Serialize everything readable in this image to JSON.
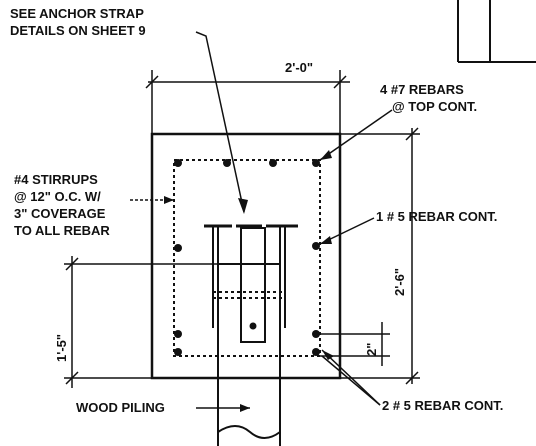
{
  "callouts": {
    "anchor_strap_line1": "SEE ANCHOR STRAP",
    "anchor_strap_line2": "DETAILS ON SHEET 9",
    "top_rebars_line1": "4 #7 REBARS",
    "top_rebars_line2": "@ TOP CONT.",
    "stirrups_line1": "#4 STIRRUPS",
    "stirrups_line2": "@ 12\" O.C. W/",
    "stirrups_line3": "3\" COVERAGE",
    "stirrups_line4": "TO ALL REBAR",
    "mid_rebar": "1 # 5 REBAR CONT.",
    "bottom_rebar": "2 # 5 REBAR CONT.",
    "wood_piling": "WOOD PILING"
  },
  "dimensions": {
    "width": "2'-0\"",
    "height": "2'-6\"",
    "pile_embed": "1'-5\"",
    "cover": "2\""
  }
}
